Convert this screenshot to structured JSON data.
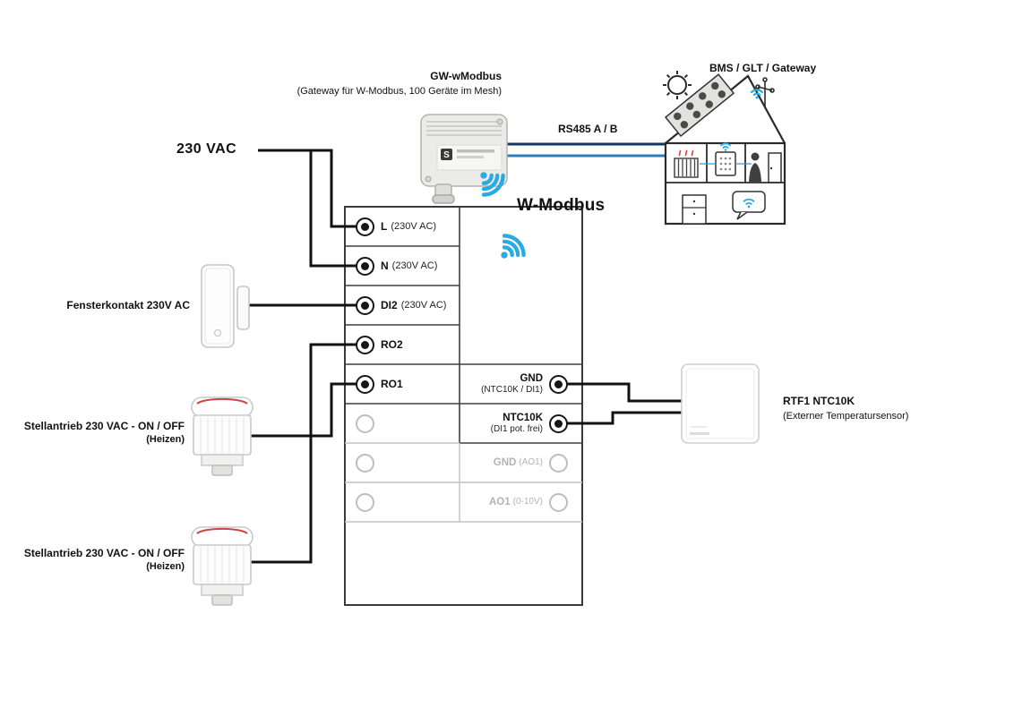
{
  "diagram": {
    "gateway": {
      "name": "GW-wModbus",
      "description": "(Gateway für W-Modbus, 100 Geräte im Mesh)",
      "brand": {
        "logo_letter": "S"
      }
    },
    "labels": {
      "power": "230 VAC",
      "rs485": "RS485 A / B",
      "bms": "BMS / GLT / Gateway",
      "wmodbus": "W-Modbus"
    },
    "left_devices": [
      {
        "name": "Fensterkontakt 230V AC",
        "sub": ""
      },
      {
        "name": "Stellantrieb 230 VAC - ON / OFF",
        "sub": "(Heizen)"
      },
      {
        "name": "Stellantrieb 230 VAC - ON / OFF",
        "sub": "(Heizen)"
      }
    ],
    "right_device": {
      "name": "RTF1 NTC10K",
      "sub": "(Externer Temperatursensor)"
    },
    "terminals": {
      "left": [
        {
          "name": "L",
          "detail": "(230V AC)"
        },
        {
          "name": "N",
          "detail": "(230V AC)"
        },
        {
          "name": "DI2",
          "detail": "(230V AC)"
        },
        {
          "name": "RO2",
          "detail": ""
        },
        {
          "name": "RO1",
          "detail": ""
        }
      ],
      "right": [
        {
          "name": "GND",
          "detail": "(NTC10K / DI1)"
        },
        {
          "name": "NTC10K",
          "detail": "(DI1 pot. frei)"
        },
        {
          "name": "GND",
          "detail": "(AO1)"
        },
        {
          "name": "AO1",
          "detail": "(0-10V)"
        }
      ]
    },
    "colors": {
      "wire": "#111111",
      "rs485_a": "#16365c",
      "rs485_b": "#2e7cbe",
      "wifi": "#29abe2",
      "inactive": "#bdbdbd",
      "accent_red": "#d84040"
    }
  }
}
